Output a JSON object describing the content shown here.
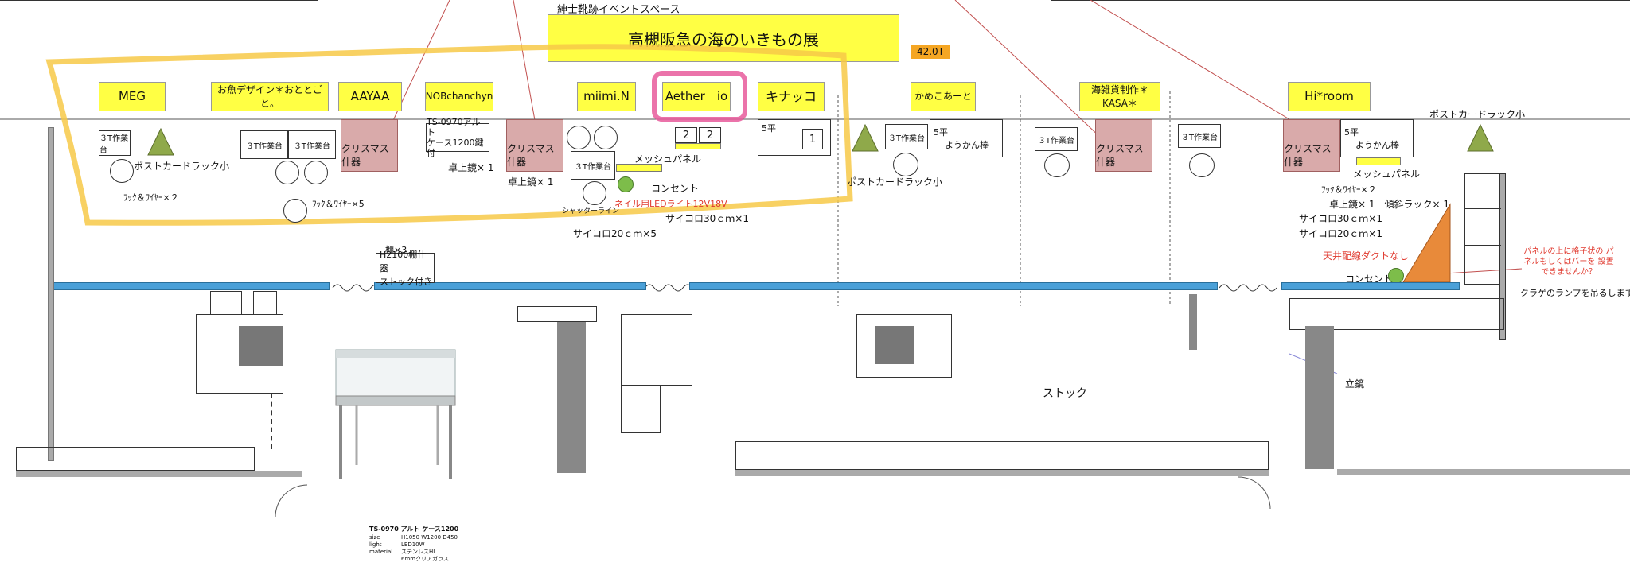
{
  "header": {
    "venue_label": "紳士靴跡イベントスペース",
    "event_title": "高槻阪急の海のいきもの展",
    "area_badge": "42.0T"
  },
  "vendors": [
    "MEG",
    "お魚デザイン＊おととごと。",
    "AAYAA",
    "NOBchanchyn",
    "miimi.N",
    "Aether　io",
    "キナッコ",
    "かめこあーと",
    "海雑貨制作＊KASA＊",
    "Hi*room"
  ],
  "labels": {
    "table_3t": "３T作業台",
    "xmas": "クリスマス什器",
    "postcard_rack": "ポストカードラック小",
    "postcard_rack_right": "ポストカードラック小",
    "hooks_wire_2": "ﾌｯｸ＆ﾜｲﾔｰ×２",
    "hooks_wire_5": "ﾌｯｸ＆ﾜｲﾔｰ×5",
    "case_note_1": "TS-0970アルト",
    "case_note_2": "ケース1200鍵付",
    "mirror_1_a": "卓上鏡× 1",
    "mirror_1_b": "卓上鏡× 1",
    "mesh_panel": "メッシュパネル",
    "outlet": "コンセント",
    "shutter_line": "シャッターライン",
    "led_light": "ネイル用LEDライト12V18V",
    "dice_30": "サイコロ30ｃｍ×1",
    "dice_20": "サイコロ20ｃｍ×5",
    "five_hei": "5平",
    "five_hei_b": "5平",
    "five_hei_c": "5平",
    "num_1": "1",
    "num_2a": "2",
    "num_2b": "2",
    "yokan": "ようかん棒",
    "yokan_b": "ようかん棒",
    "shelf_x3": "棚×3",
    "h2100": "H2100棚什器",
    "with_stock": "ストック付き",
    "stock": "ストック",
    "mirror_stand": "立鏡",
    "hooks_wire_right": "ﾌｯｸ＆ﾜｲﾔｰ×２",
    "mirror_right": "卓上鏡× 1　傾斜ラック× 1",
    "dice_30_right": "サイコロ30ｃｍ×1",
    "dice_20_right": "サイコロ20ｃｍ×1",
    "ceiling_duct": "天井配線ダクトなし",
    "outlet_right": "コンセント",
    "panel_note": "パネルの上に格子状の パネルもしくはバーを 設置できませんか？",
    "jellyfish_lamp": "クラゲのランプを吊るします",
    "mesh_panel_right": "メッシュパネル"
  },
  "case_spec": {
    "title": "TS-0970 アルト ケース1200",
    "rows": [
      {
        "k": "size",
        "v": "H1050 W1200 D450"
      },
      {
        "k": "light",
        "v": "LED10W"
      },
      {
        "k": "material",
        "v": "ステンレスHL"
      },
      {
        "k": "",
        "v": "6mmクリアガラス"
      }
    ]
  },
  "colors": {
    "booth_yellow": "#ffff44",
    "highlight_outline": "#f7c948",
    "pink_highlight": "#e85a9b",
    "xmas_fixture": "#d9aaaa",
    "wall_blue": "#4aa0d8",
    "triangle_green": "#8fa94a",
    "orange_rack": "#e88a3a",
    "badge_orange": "#f5a623"
  }
}
